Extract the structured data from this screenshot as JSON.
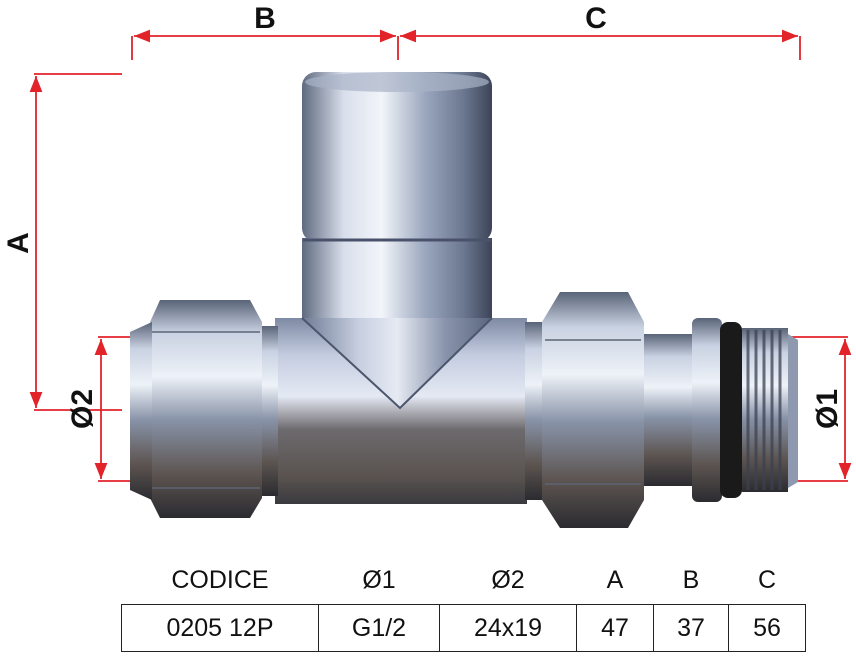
{
  "dimensions": {
    "a": "A",
    "b": "B",
    "c": "C",
    "d1": "Ø1",
    "d2": "Ø2"
  },
  "colors": {
    "dimension_lines": "#e2232a",
    "chrome_light": "#e8edf6",
    "chrome_mid": "#7d8aa2",
    "chrome_dark": "#2e3036",
    "seal": "#1a1a1a"
  },
  "table": {
    "headers": [
      "CODICE",
      "Ø1",
      "Ø2",
      "A",
      "B",
      "C"
    ],
    "rows": [
      [
        "0205 12P",
        "G1/2",
        "24x19",
        "47",
        "37",
        "56"
      ]
    ]
  }
}
